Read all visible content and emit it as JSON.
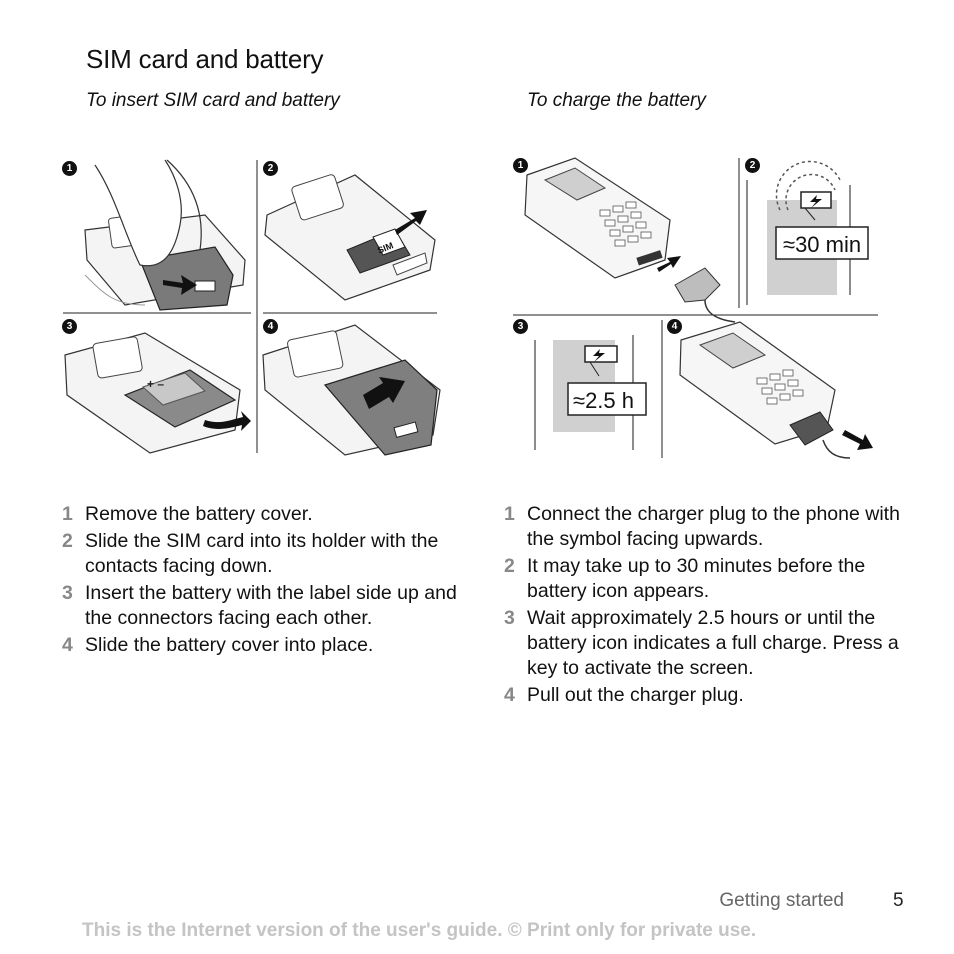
{
  "heading": "SIM card and battery",
  "left": {
    "subheading": "To insert SIM card and battery",
    "sim_label": "SIM",
    "steps": [
      {
        "num": "1",
        "text": "Remove the battery cover."
      },
      {
        "num": "2",
        "text": "Slide the SIM card into its holder with the contacts facing down."
      },
      {
        "num": "3",
        "text": "Insert the battery with the label side up and the connectors facing each other."
      },
      {
        "num": "4",
        "text": "Slide the battery cover into place."
      }
    ]
  },
  "right": {
    "subheading": "To charge the battery",
    "callout_minutes": "≈30 min",
    "callout_hours": "≈2.5 h",
    "steps": [
      {
        "num": "1",
        "text": "Connect the charger plug to the phone with the symbol facing upwards."
      },
      {
        "num": "2",
        "text": "It may take up to 30 minutes before the battery icon appears."
      },
      {
        "num": "3",
        "text": "Wait approximately 2.5 hours or until the battery icon indicates a full charge. Press a key to activate the screen."
      },
      {
        "num": "4",
        "text": "Pull out the charger plug."
      }
    ]
  },
  "badges": [
    "1",
    "2",
    "3",
    "4"
  ],
  "footer": {
    "section": "Getting started",
    "page": "5",
    "notice": "This is the Internet version of the user's guide. © Print only for private use."
  }
}
